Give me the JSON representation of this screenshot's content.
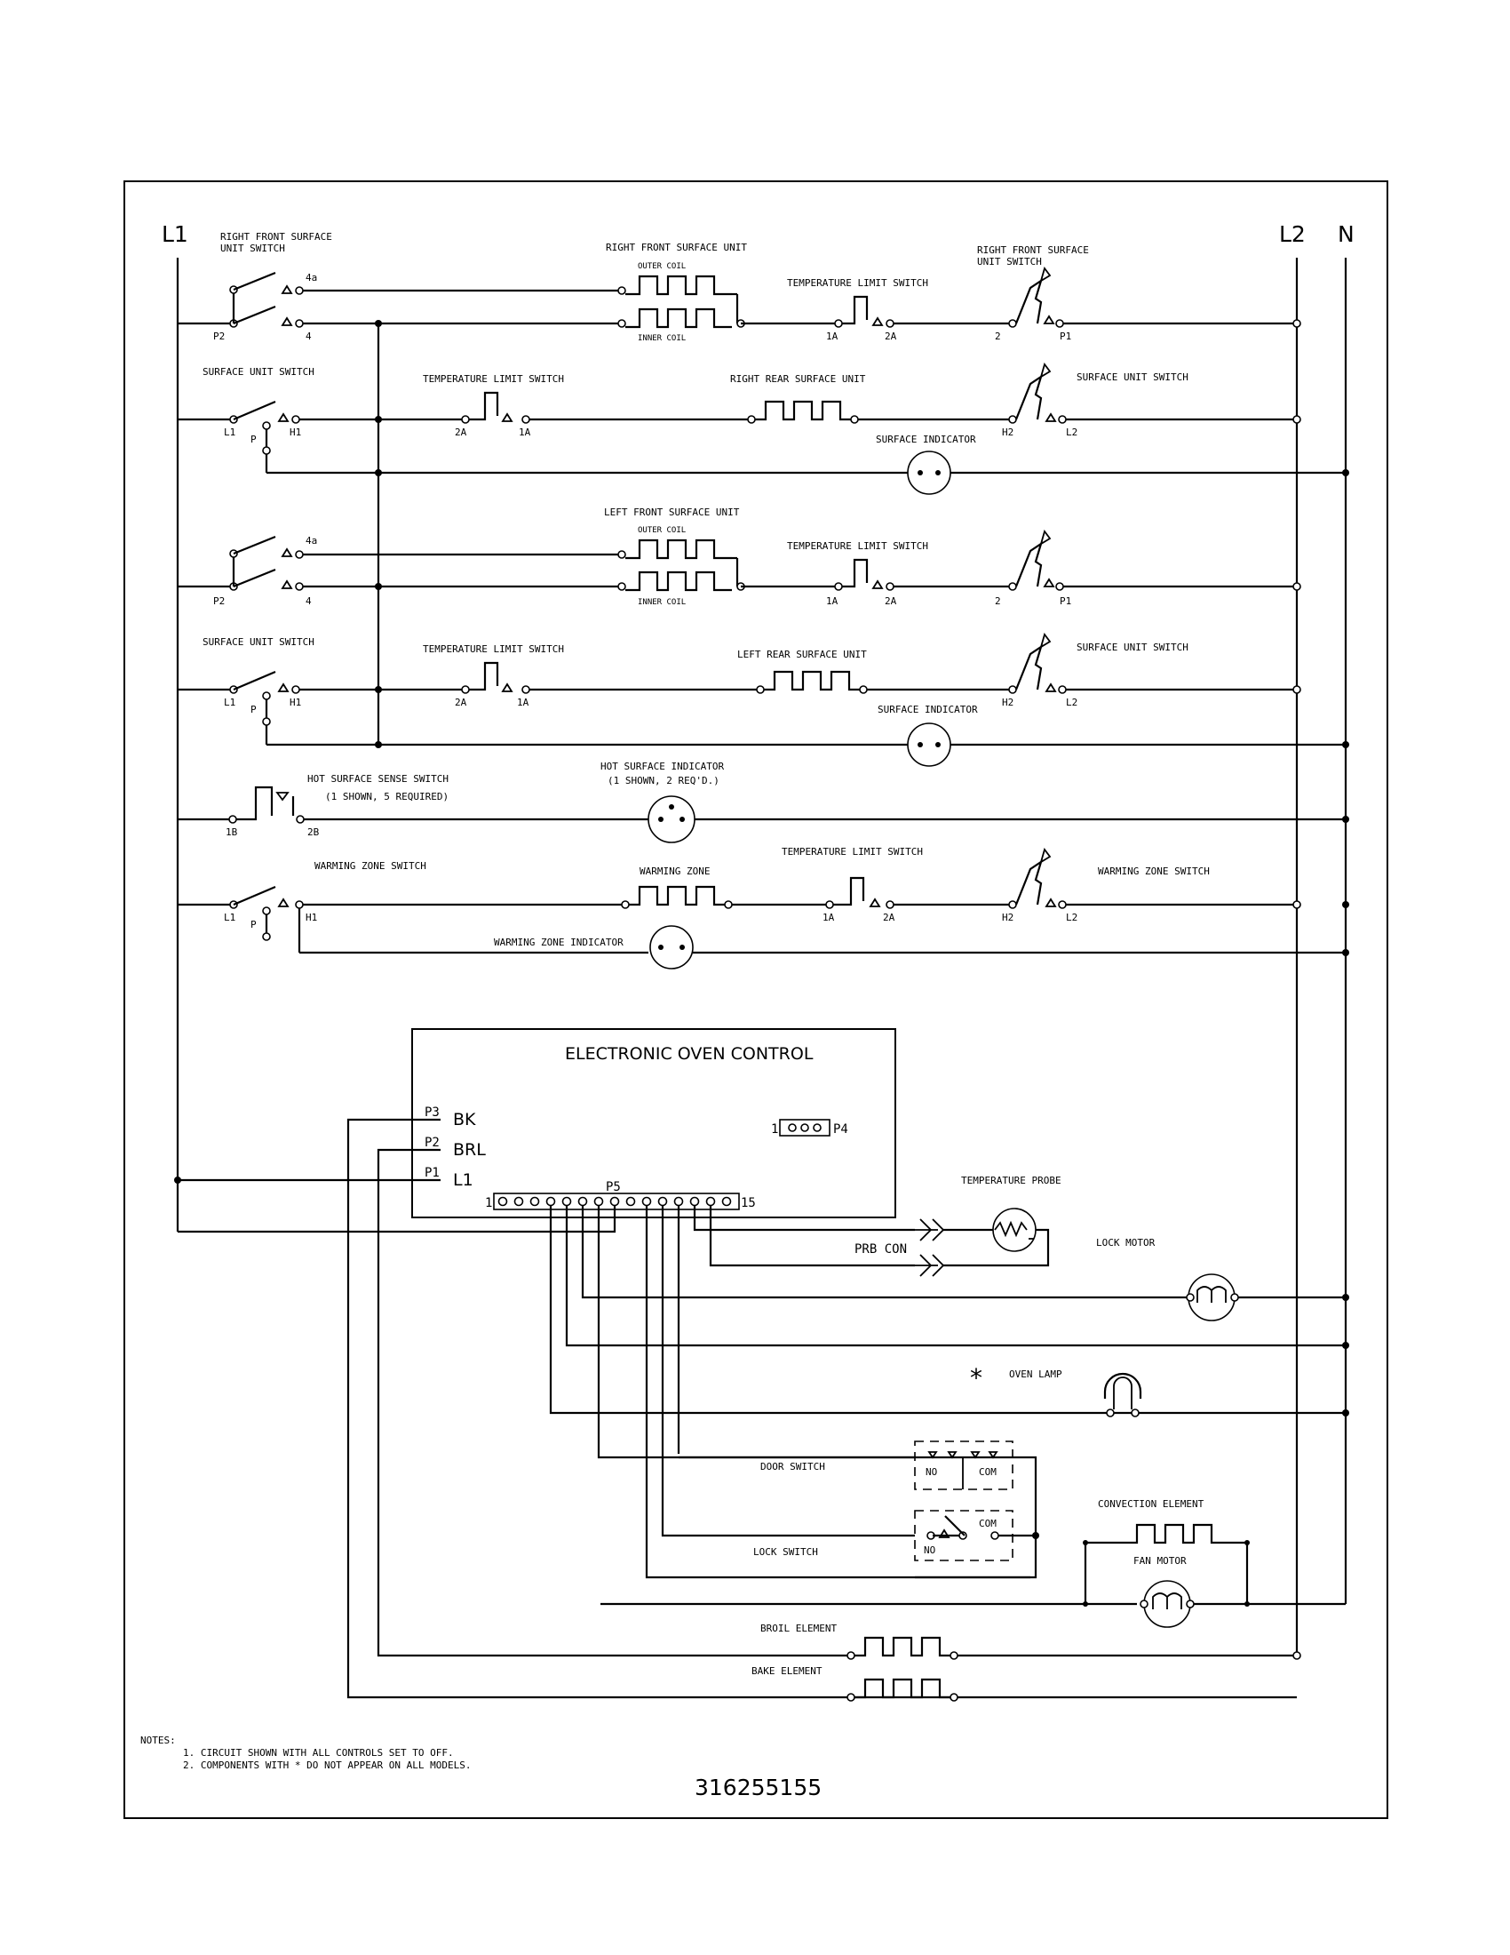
{
  "buses": {
    "l1": "L1",
    "l2": "L2",
    "n": "N"
  },
  "row1": {
    "switch_label": "RIGHT FRONT SURFACE\nUNIT SWITCH",
    "unit_label": "RIGHT FRONT SURFACE UNIT",
    "outer_coil": "OUTER COIL",
    "inner_coil": "INNER COIL",
    "limit_label": "TEMPERATURE LIMIT SWITCH",
    "infinite_label": "RIGHT FRONT SURFACE\nUNIT SWITCH",
    "t_p2": "P2",
    "t_4": "4",
    "t_4a": "4a",
    "t_1a": "1A",
    "t_2a": "2A",
    "t_2": "2",
    "t_p1": "P1"
  },
  "row2": {
    "switch_label": "SURFACE UNIT SWITCH",
    "limit_label": "TEMPERATURE LIMIT SWITCH",
    "unit_label": "RIGHT REAR SURFACE UNIT",
    "infinite_label": "SURFACE UNIT SWITCH",
    "indicator_label": "SURFACE INDICATOR",
    "t_l1": "L1",
    "t_p": "P",
    "t_h1": "H1",
    "t_2a": "2A",
    "t_1a": "1A",
    "t_h2": "H2",
    "t_l2": "L2"
  },
  "row3": {
    "unit_label": "LEFT FRONT SURFACE UNIT",
    "outer_coil": "OUTER COIL",
    "inner_coil": "INNER COIL",
    "limit_label": "TEMPERATURE LIMIT SWITCH",
    "t_p2": "P2",
    "t_4": "4",
    "t_4a": "4a",
    "t_1a": "1A",
    "t_2a": "2A",
    "t_2": "2",
    "t_p1": "P1"
  },
  "row4": {
    "switch_label": "SURFACE UNIT SWITCH",
    "limit_label": "TEMPERATURE LIMIT SWITCH",
    "unit_label": "LEFT REAR SURFACE UNIT",
    "infinite_label": "SURFACE UNIT SWITCH",
    "indicator_label": "SURFACE INDICATOR",
    "t_l1": "L1",
    "t_p": "P",
    "t_h1": "H1",
    "t_2a": "2A",
    "t_1a": "1A",
    "t_h2": "H2",
    "t_l2": "L2"
  },
  "row5": {
    "sense_label": "HOT SURFACE SENSE SWITCH",
    "sense_sub": "(1 SHOWN, 5 REQUIRED)",
    "indicator_label": "HOT SURFACE INDICATOR",
    "indicator_sub": "(1 SHOWN, 2 REQ'D.)",
    "t_1b": "1B",
    "t_2b": "2B"
  },
  "row6": {
    "switch_label": "WARMING ZONE SWITCH",
    "zone_label": "WARMING ZONE",
    "limit_label": "TEMPERATURE LIMIT SWITCH",
    "infinite_label": "WARMING ZONE SWITCH",
    "indicator_label": "WARMING ZONE INDICATOR",
    "t_l1": "L1",
    "t_p": "P",
    "t_h1": "H1",
    "t_1a": "1A",
    "t_2a": "2A",
    "t_h2": "H2",
    "t_l2": "L2"
  },
  "control": {
    "title": "ELECTRONIC OVEN CONTROL",
    "p3": "P3",
    "bk": "BK",
    "p2": "P2",
    "brl": "BRL",
    "p1": "P1",
    "l1": "L1",
    "p4": "P4",
    "p4_pin": "1",
    "p5": "P5",
    "p5_first": "1",
    "p5_last": "15"
  },
  "oven": {
    "probe_label": "TEMPERATURE PROBE",
    "prb_con": "PRB CON",
    "lock_motor": "LOCK MOTOR",
    "lamp_mark": "*",
    "lamp_label": "OVEN LAMP",
    "door_switch": "DOOR SWITCH",
    "lock_switch": "LOCK SWITCH",
    "no": "NO",
    "com": "COM",
    "convection": "CONVECTION ELEMENT",
    "fan_motor": "FAN MOTOR",
    "broil": "BROIL ELEMENT",
    "bake": "BAKE ELEMENT"
  },
  "notes": {
    "title": "NOTES:",
    "n1": "1.  CIRCUIT SHOWN WITH ALL CONTROLS SET TO OFF.",
    "n2": "2.  COMPONENTS WITH * DO NOT APPEAR ON ALL MODELS."
  },
  "part_number": "316255155"
}
